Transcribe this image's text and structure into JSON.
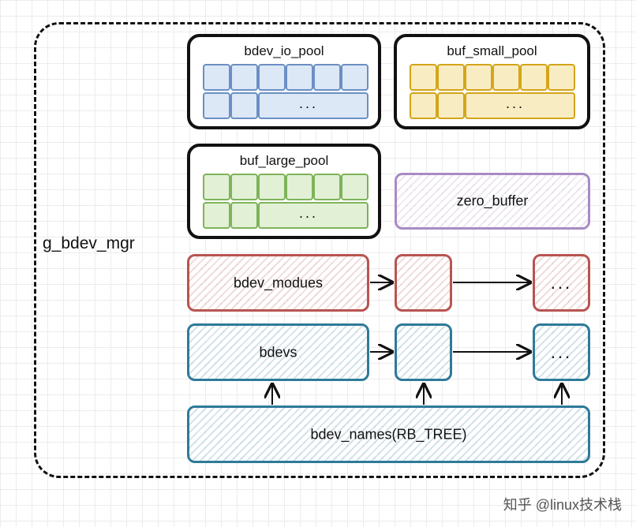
{
  "container_label": "g_bdev_mgr",
  "pools": {
    "bdev_io_pool": {
      "title": "bdev_io_pool",
      "ellipsis": "...",
      "color": "#6b8fc4",
      "fill": "#dde8f6"
    },
    "buf_small_pool": {
      "title": "buf_small_pool",
      "ellipsis": "...",
      "color": "#d4a41a",
      "fill": "#f8ecc2"
    },
    "buf_large_pool": {
      "title": "buf_large_pool",
      "ellipsis": "...",
      "color": "#7db35a",
      "fill": "#e2f0d6"
    }
  },
  "zero_buffer": {
    "label": "zero_buffer",
    "color": "#a88bc4"
  },
  "modules": {
    "label": "bdev_modues",
    "ellipsis": "...",
    "color": "#b85450"
  },
  "bdevs": {
    "label": "bdevs",
    "ellipsis": "...",
    "color": "#2e7a99"
  },
  "bdev_names": {
    "label": "bdev_names(RB_TREE)",
    "color": "#2e7a99"
  },
  "watermark": "知乎 @linux技术栈"
}
